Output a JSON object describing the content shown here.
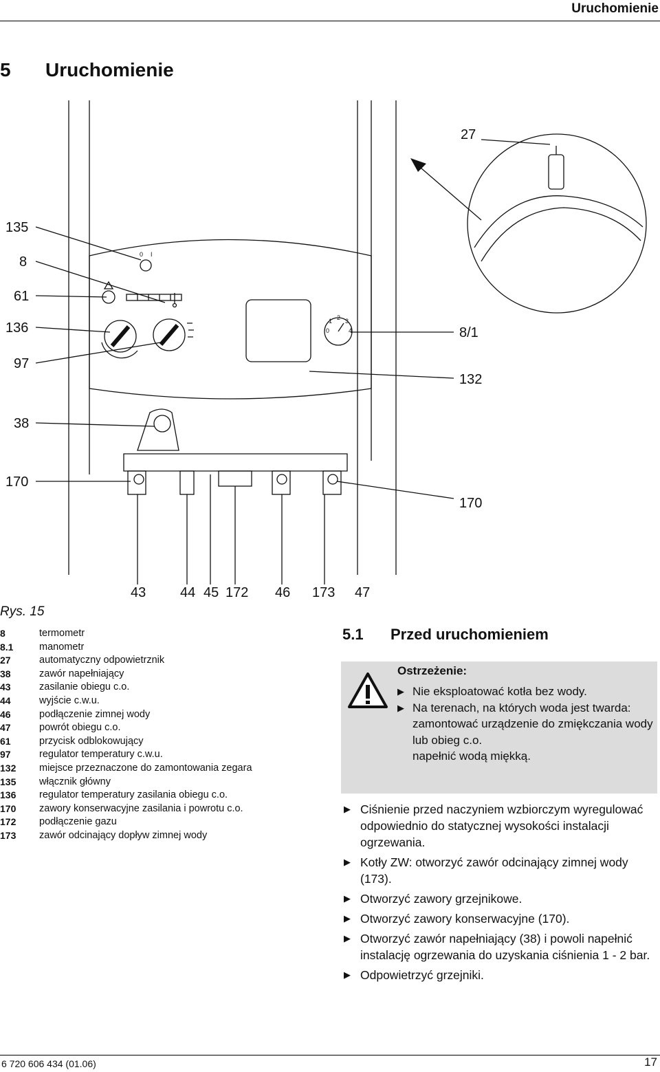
{
  "header": {
    "title": "Uruchomienie"
  },
  "chapter": {
    "number": "5",
    "title": "Uruchomienie"
  },
  "figure": {
    "callouts_left": [
      "135",
      "8",
      "61",
      "136",
      "97",
      "38",
      "170"
    ],
    "callouts_right": [
      "27",
      "8/1",
      "132",
      "170"
    ],
    "callouts_bottom": [
      "43",
      "44",
      "45",
      "172",
      "46",
      "173",
      "47"
    ],
    "gauge_ticks": [
      "0",
      "1",
      "2",
      "3",
      "4"
    ],
    "switch_labels": [
      "0",
      "I"
    ],
    "caption": "Rys. 15"
  },
  "legend": [
    {
      "num": "8",
      "text": "termometr"
    },
    {
      "num": "8.1",
      "text": "manometr"
    },
    {
      "num": "27",
      "text": "automatyczny odpowietrznik"
    },
    {
      "num": "38",
      "text": "zawór napełniający"
    },
    {
      "num": "43",
      "text": "zasilanie obiegu c.o."
    },
    {
      "num": "44",
      "text": "wyjście c.w.u."
    },
    {
      "num": "46",
      "text": "podłączenie zimnej wody"
    },
    {
      "num": "47",
      "text": "powrót obiegu c.o."
    },
    {
      "num": "61",
      "text": "przycisk odblokowujący"
    },
    {
      "num": "97",
      "text": "regulator temperatury c.w.u."
    },
    {
      "num": "132",
      "text": "miejsce przeznaczone do zamontowania zegara"
    },
    {
      "num": "135",
      "text": "włącznik główny"
    },
    {
      "num": "136",
      "text": "regulator temperatury zasilania obiegu c.o."
    },
    {
      "num": "170",
      "text": "zawory konserwacyjne zasilania i powrotu c.o."
    },
    {
      "num": "172",
      "text": "podłączenie gazu"
    },
    {
      "num": "173",
      "text": "zawór odcinający dopływ zimnej wody"
    }
  ],
  "section": {
    "number": "5.1",
    "title": "Przed uruchomieniem",
    "warning": {
      "heading": "Ostrzeżenie:",
      "items": [
        "Nie eksploatować kotła bez wody.",
        "Na terenach, na których woda jest twarda:"
      ],
      "continuation": [
        "zamontować urządzenie do zmiękczania wody lub obieg c.o.",
        "napełnić wodą miękką."
      ]
    },
    "steps": [
      "Ciśnienie przed naczyniem wzbiorczym wyregulować odpowiednio do statycznej wysokości instalacji ogrzewania.",
      "Kotły ZW: otworzyć zawór odcinający zimnej wody (173).",
      "Otworzyć zawory grzejnikowe.",
      "Otworzyć zawory konserwacyjne (170).",
      "Otworzyć zawór napełniający (38) i powoli napełnić instalację ogrzewania do uzyskania ciśnienia 1 - 2 bar.",
      "Odpowietrzyć grzejniki."
    ]
  },
  "footer": {
    "code": "6 720 606 434 (01.06)",
    "page": "17"
  },
  "icons": {
    "bullet": "right-triangle-icon",
    "warning": "warning-triangle-icon"
  }
}
